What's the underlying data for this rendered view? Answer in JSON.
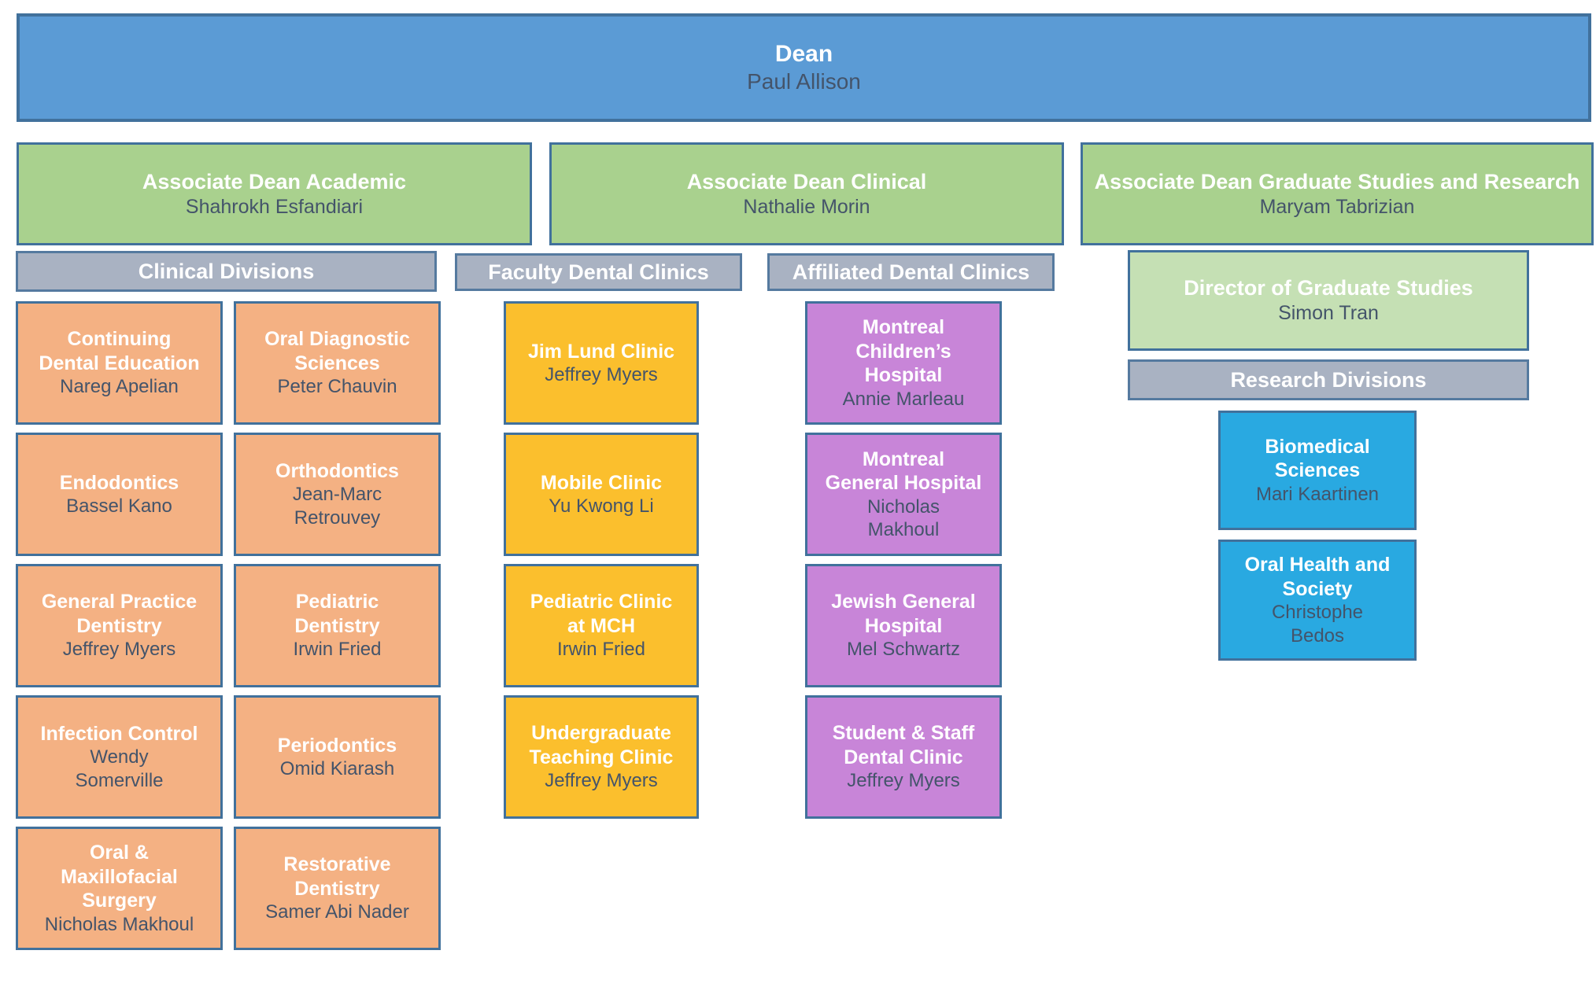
{
  "dean": {
    "title": "Dean",
    "name": "Paul Allison"
  },
  "associate_deans": [
    {
      "title": "Associate Dean Academic",
      "name": "Shahrokh Esfandiari"
    },
    {
      "title": "Associate Dean Clinical",
      "name": "Nathalie Morin"
    },
    {
      "title": "Associate Dean Graduate Studies and Research",
      "name": "Maryam Tabrizian"
    }
  ],
  "clinical_divisions": {
    "header": "Clinical Divisions",
    "items": [
      {
        "title": "Continuing\nDental Education",
        "name": "Nareg Apelian"
      },
      {
        "title": "Oral Diagnostic\nSciences",
        "name": "Peter Chauvin"
      },
      {
        "title": "Endodontics",
        "name": "Bassel Kano"
      },
      {
        "title": "Orthodontics",
        "name": "Jean-Marc\nRetrouvey"
      },
      {
        "title": "General Practice\nDentistry",
        "name": "Jeffrey Myers"
      },
      {
        "title": "Pediatric\nDentistry",
        "name": "Irwin Fried"
      },
      {
        "title": "Infection Control",
        "name": "Wendy\nSomerville"
      },
      {
        "title": "Periodontics",
        "name": "Omid Kiarash"
      },
      {
        "title": "Oral &\nMaxillofacial\nSurgery",
        "name": "Nicholas Makhoul"
      },
      {
        "title": "Restorative\nDentistry",
        "name": "Samer Abi Nader"
      }
    ]
  },
  "faculty_dental_clinics": {
    "header": "Faculty Dental Clinics",
    "items": [
      {
        "title": "Jim Lund Clinic",
        "name": "Jeffrey Myers"
      },
      {
        "title": "Mobile Clinic",
        "name": "Yu Kwong Li"
      },
      {
        "title": "Pediatric Clinic\nat MCH",
        "name": "Irwin Fried"
      },
      {
        "title": "Undergraduate\nTeaching Clinic",
        "name": "Jeffrey Myers"
      }
    ]
  },
  "affiliated_dental_clinics": {
    "header": "Affiliated Dental Clinics",
    "items": [
      {
        "title": "Montreal\nChildren’s\nHospital",
        "name": "Annie Marleau"
      },
      {
        "title": "Montreal\nGeneral Hospital",
        "name": "Nicholas\nMakhoul"
      },
      {
        "title": "Jewish General\nHospital",
        "name": "Mel Schwartz"
      },
      {
        "title": "Student & Staff\nDental Clinic",
        "name": "Jeffrey Myers"
      }
    ]
  },
  "graduate_studies": {
    "director": {
      "title": "Director of Graduate Studies",
      "name": "Simon Tran"
    },
    "research_divisions": {
      "header": "Research Divisions",
      "items": [
        {
          "title": "Biomedical\nSciences",
          "name": "Mari Kaartinen"
        },
        {
          "title": "Oral Health and\nSociety",
          "name": "Christophe\nBedos"
        }
      ]
    }
  },
  "colors": {
    "dean_fill": "#5b9bd5",
    "associate_fill": "#a9d18e",
    "director_fill": "#c5e0b4",
    "section_header_fill": "#a9b2c2",
    "clinical_division_fill": "#f4b183",
    "faculty_clinic_fill": "#fbbf2d",
    "affiliated_clinic_fill": "#c885d8",
    "research_division_fill": "#29a9e1",
    "border": "#41719c",
    "title_text": "#ffffff",
    "name_text": "#44546a"
  }
}
